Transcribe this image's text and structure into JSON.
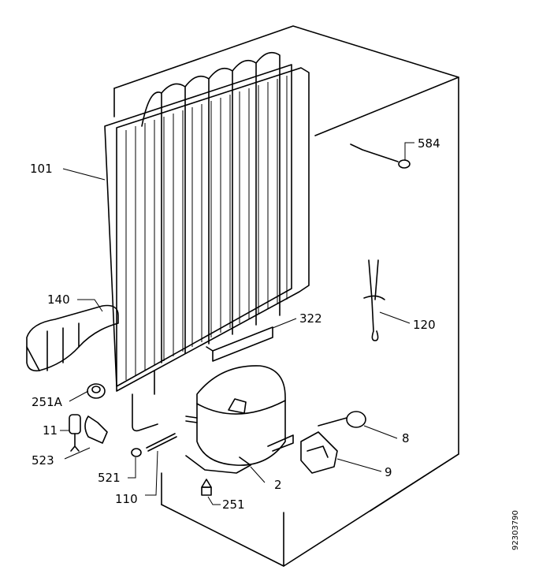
{
  "diagram": {
    "labels": {
      "evaporator": "101",
      "drip_tray": "140",
      "bracket": "322",
      "thermostat": "584",
      "capillary": "120",
      "filter_dryer": "251A",
      "relay": "11",
      "clip": "523",
      "bushing": "521",
      "tube": "110",
      "compressor": "2",
      "grommet": "251",
      "overload": "8",
      "starter": "9"
    },
    "document_code": "92303790"
  }
}
